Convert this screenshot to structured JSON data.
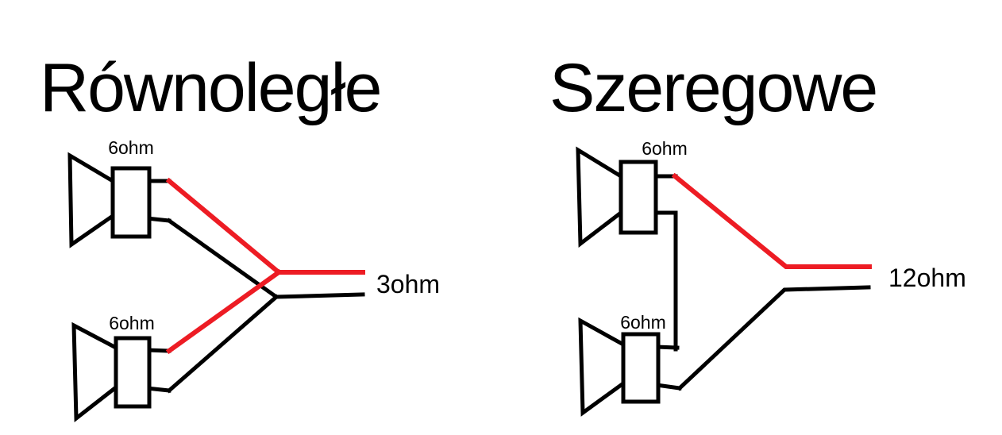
{
  "colors": {
    "background": "#ffffff",
    "positive_wire": "#ed1c24",
    "negative_wire": "#000000",
    "text": "#000000"
  },
  "diagrams": {
    "parallel": {
      "title": "Równoległe",
      "speakers": [
        {
          "impedance": "6ohm"
        },
        {
          "impedance": "6ohm"
        }
      ],
      "result_impedance": "3ohm"
    },
    "series": {
      "title": "Szeregowe",
      "speakers": [
        {
          "impedance": "6ohm"
        },
        {
          "impedance": "6ohm"
        }
      ],
      "result_impedance": "12ohm"
    }
  }
}
